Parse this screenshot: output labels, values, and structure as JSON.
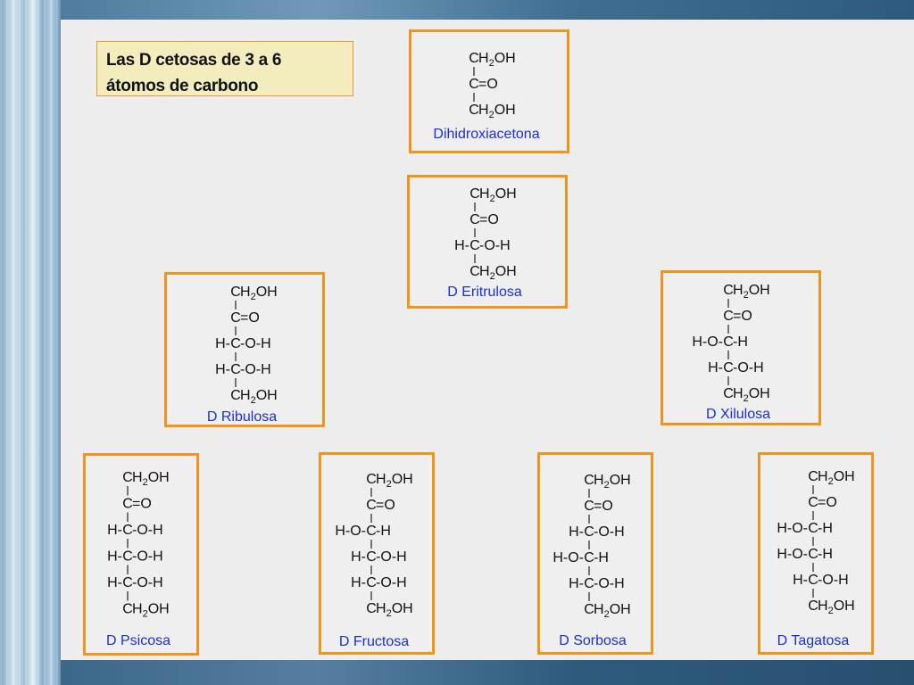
{
  "title": {
    "line1": "Las D cetosas de 3 a 6",
    "line2": "átomos de carbono"
  },
  "ketoses": [
    {
      "name": "Dihidroxiacetona",
      "rows": [
        {
          "left": "",
          "center": "C",
          "right": "H2OH"
        },
        {
          "left": "",
          "center": "C",
          "right": "=O"
        },
        {
          "left": "",
          "center": "C",
          "right": "H2OH"
        }
      ]
    },
    {
      "name": "D Eritrulosa",
      "rows": [
        {
          "left": "",
          "center": "C",
          "right": "H2OH"
        },
        {
          "left": "",
          "center": "C",
          "right": "=O"
        },
        {
          "left": "H-",
          "center": "C",
          "right": "-O-H"
        },
        {
          "left": "",
          "center": "C",
          "right": "H2OH"
        }
      ]
    },
    {
      "name": "D Ribulosa",
      "rows": [
        {
          "left": "",
          "center": "C",
          "right": "H2OH"
        },
        {
          "left": "",
          "center": "C",
          "right": "=O"
        },
        {
          "left": "H-",
          "center": "C",
          "right": "-O-H"
        },
        {
          "left": "H-",
          "center": "C",
          "right": "-O-H"
        },
        {
          "left": "",
          "center": "C",
          "right": "H2OH"
        }
      ]
    },
    {
      "name": "D Xilulosa",
      "rows": [
        {
          "left": "",
          "center": "C",
          "right": "H2OH"
        },
        {
          "left": "",
          "center": "C",
          "right": "=O"
        },
        {
          "left": "H-O-",
          "center": "C",
          "right": "-H"
        },
        {
          "left": "H-",
          "center": "C",
          "right": "-O-H"
        },
        {
          "left": "",
          "center": "C",
          "right": "H2OH"
        }
      ]
    },
    {
      "name": "D Psicosa",
      "rows": [
        {
          "left": "",
          "center": "C",
          "right": "H2OH"
        },
        {
          "left": "",
          "center": "C",
          "right": "=O"
        },
        {
          "left": "H-",
          "center": "C",
          "right": "-O-H"
        },
        {
          "left": "H-",
          "center": "C",
          "right": "-O-H"
        },
        {
          "left": "H-",
          "center": "C",
          "right": "-O-H"
        },
        {
          "left": "",
          "center": "C",
          "right": "H2OH"
        }
      ]
    },
    {
      "name": "D Fructosa",
      "rows": [
        {
          "left": "",
          "center": "C",
          "right": "H2OH"
        },
        {
          "left": "",
          "center": "C",
          "right": "=O"
        },
        {
          "left": "H-O-",
          "center": "C",
          "right": "-H"
        },
        {
          "left": "H-",
          "center": "C",
          "right": "-O-H"
        },
        {
          "left": "H-",
          "center": "C",
          "right": "-O-H"
        },
        {
          "left": "",
          "center": "C",
          "right": "H2OH"
        }
      ]
    },
    {
      "name": "D Sorbosa",
      "rows": [
        {
          "left": "",
          "center": "C",
          "right": "H2OH"
        },
        {
          "left": "",
          "center": "C",
          "right": "=O"
        },
        {
          "left": "H-",
          "center": "C",
          "right": "-O-H"
        },
        {
          "left": "H-O-",
          "center": "C",
          "right": "-H"
        },
        {
          "left": "H-",
          "center": "C",
          "right": "-O-H"
        },
        {
          "left": "",
          "center": "C",
          "right": "H2OH"
        }
      ]
    },
    {
      "name": "D Tagatosa",
      "rows": [
        {
          "left": "",
          "center": "C",
          "right": "H2OH"
        },
        {
          "left": "",
          "center": "C",
          "right": "=O"
        },
        {
          "left": "H-O-",
          "center": "C",
          "right": "-H"
        },
        {
          "left": "H-O-",
          "center": "C",
          "right": "-H"
        },
        {
          "left": "H-",
          "center": "C",
          "right": "-O-H"
        },
        {
          "left": "",
          "center": "C",
          "right": "H2OH"
        }
      ]
    }
  ]
}
